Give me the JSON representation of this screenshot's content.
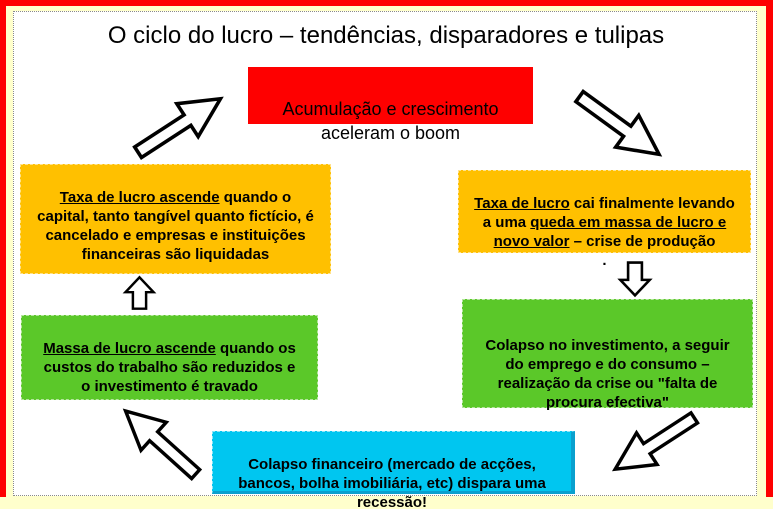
{
  "title": "O ciclo do lucro – tendências, disparadores e tulipas",
  "boxes": {
    "boom": {
      "text": "Acumulação e crescimento\naceleram o boom",
      "bg": "#FE0000"
    },
    "profit_rate_rises": {
      "underlined": "Taxa de lucro ascende",
      "rest": " quando o\ncapital, tanto tangível quanto fictício, é\ncancelado e empresas e instituições\nfinanceiras são liquidadas",
      "bg": "#FFC000"
    },
    "profit_rate_falls": {
      "underlined_start": "Taxa de lucro",
      "middle": " cai finalmente levando\na uma ",
      "underlined_mid": "queda em massa de lucro e\nnovo valor",
      "end": " – crise de produção",
      "trailing_dot": "\n.",
      "bg": "#FFC000"
    },
    "investment_collapse": {
      "text": "Colapso no investimento, a seguir\ndo emprego e do consumo –\nrealização da crise ou \"falta de\nprocura efectiva\"",
      "bg": "#5BC829"
    },
    "profit_mass_rises": {
      "underlined": "Massa de lucro ascende",
      "rest": " quando os\ncustos do trabalho são reduzidos e\no investimento é travado",
      "bg": "#5BC829"
    },
    "financial_collapse": {
      "text": "Colapso financeiro (mercado de acções,\nbancos, bolha imobiliária, etc) dispara uma\nrecessão!",
      "bg": "#00C6F0"
    }
  },
  "icons": {
    "arrows": [
      "arrow-up-right-icon",
      "arrow-down-right-icon",
      "arrow-down-icon",
      "arrow-up-icon",
      "arrow-down-left-icon",
      "arrow-up-left-icon"
    ]
  },
  "colors": {
    "page_bg": "#FFFFCC",
    "frame_border": "#FE0000",
    "panel_bg": "#FFFFFF",
    "red_box": "#FE0000",
    "orange_box": "#FFC000",
    "green_box": "#5BC829",
    "cyan_box": "#00C6F0",
    "arrow_fill": "#FFFFFF",
    "arrow_stroke": "#000000"
  }
}
